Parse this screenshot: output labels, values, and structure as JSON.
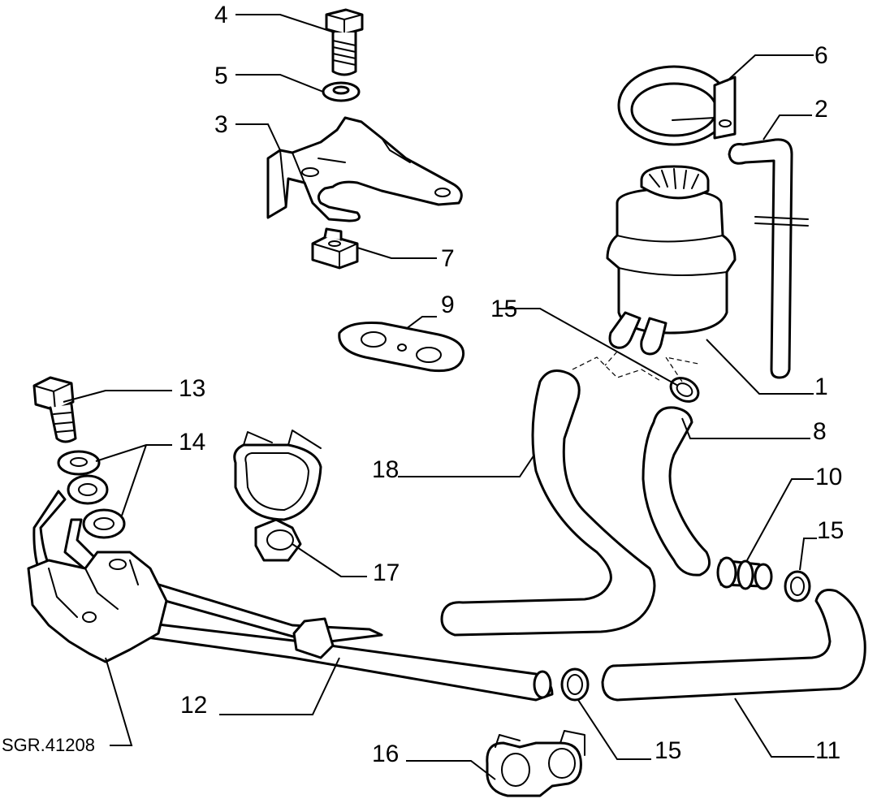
{
  "diagram": {
    "reference_code": "SGR.41208",
    "callouts": [
      {
        "id": "c1",
        "label": "1"
      },
      {
        "id": "c2",
        "label": "2"
      },
      {
        "id": "c3",
        "label": "3"
      },
      {
        "id": "c4",
        "label": "4"
      },
      {
        "id": "c5",
        "label": "5"
      },
      {
        "id": "c6",
        "label": "6"
      },
      {
        "id": "c7",
        "label": "7"
      },
      {
        "id": "c8",
        "label": "8"
      },
      {
        "id": "c9",
        "label": "9"
      },
      {
        "id": "c10",
        "label": "10"
      },
      {
        "id": "c11",
        "label": "11"
      },
      {
        "id": "c12",
        "label": "12"
      },
      {
        "id": "c13",
        "label": "13"
      },
      {
        "id": "c14",
        "label": "14"
      },
      {
        "id": "c15a",
        "label": "15"
      },
      {
        "id": "c15b",
        "label": "15"
      },
      {
        "id": "c15c",
        "label": "15"
      },
      {
        "id": "c16",
        "label": "16"
      },
      {
        "id": "c17",
        "label": "17"
      },
      {
        "id": "c18",
        "label": "18"
      }
    ]
  }
}
